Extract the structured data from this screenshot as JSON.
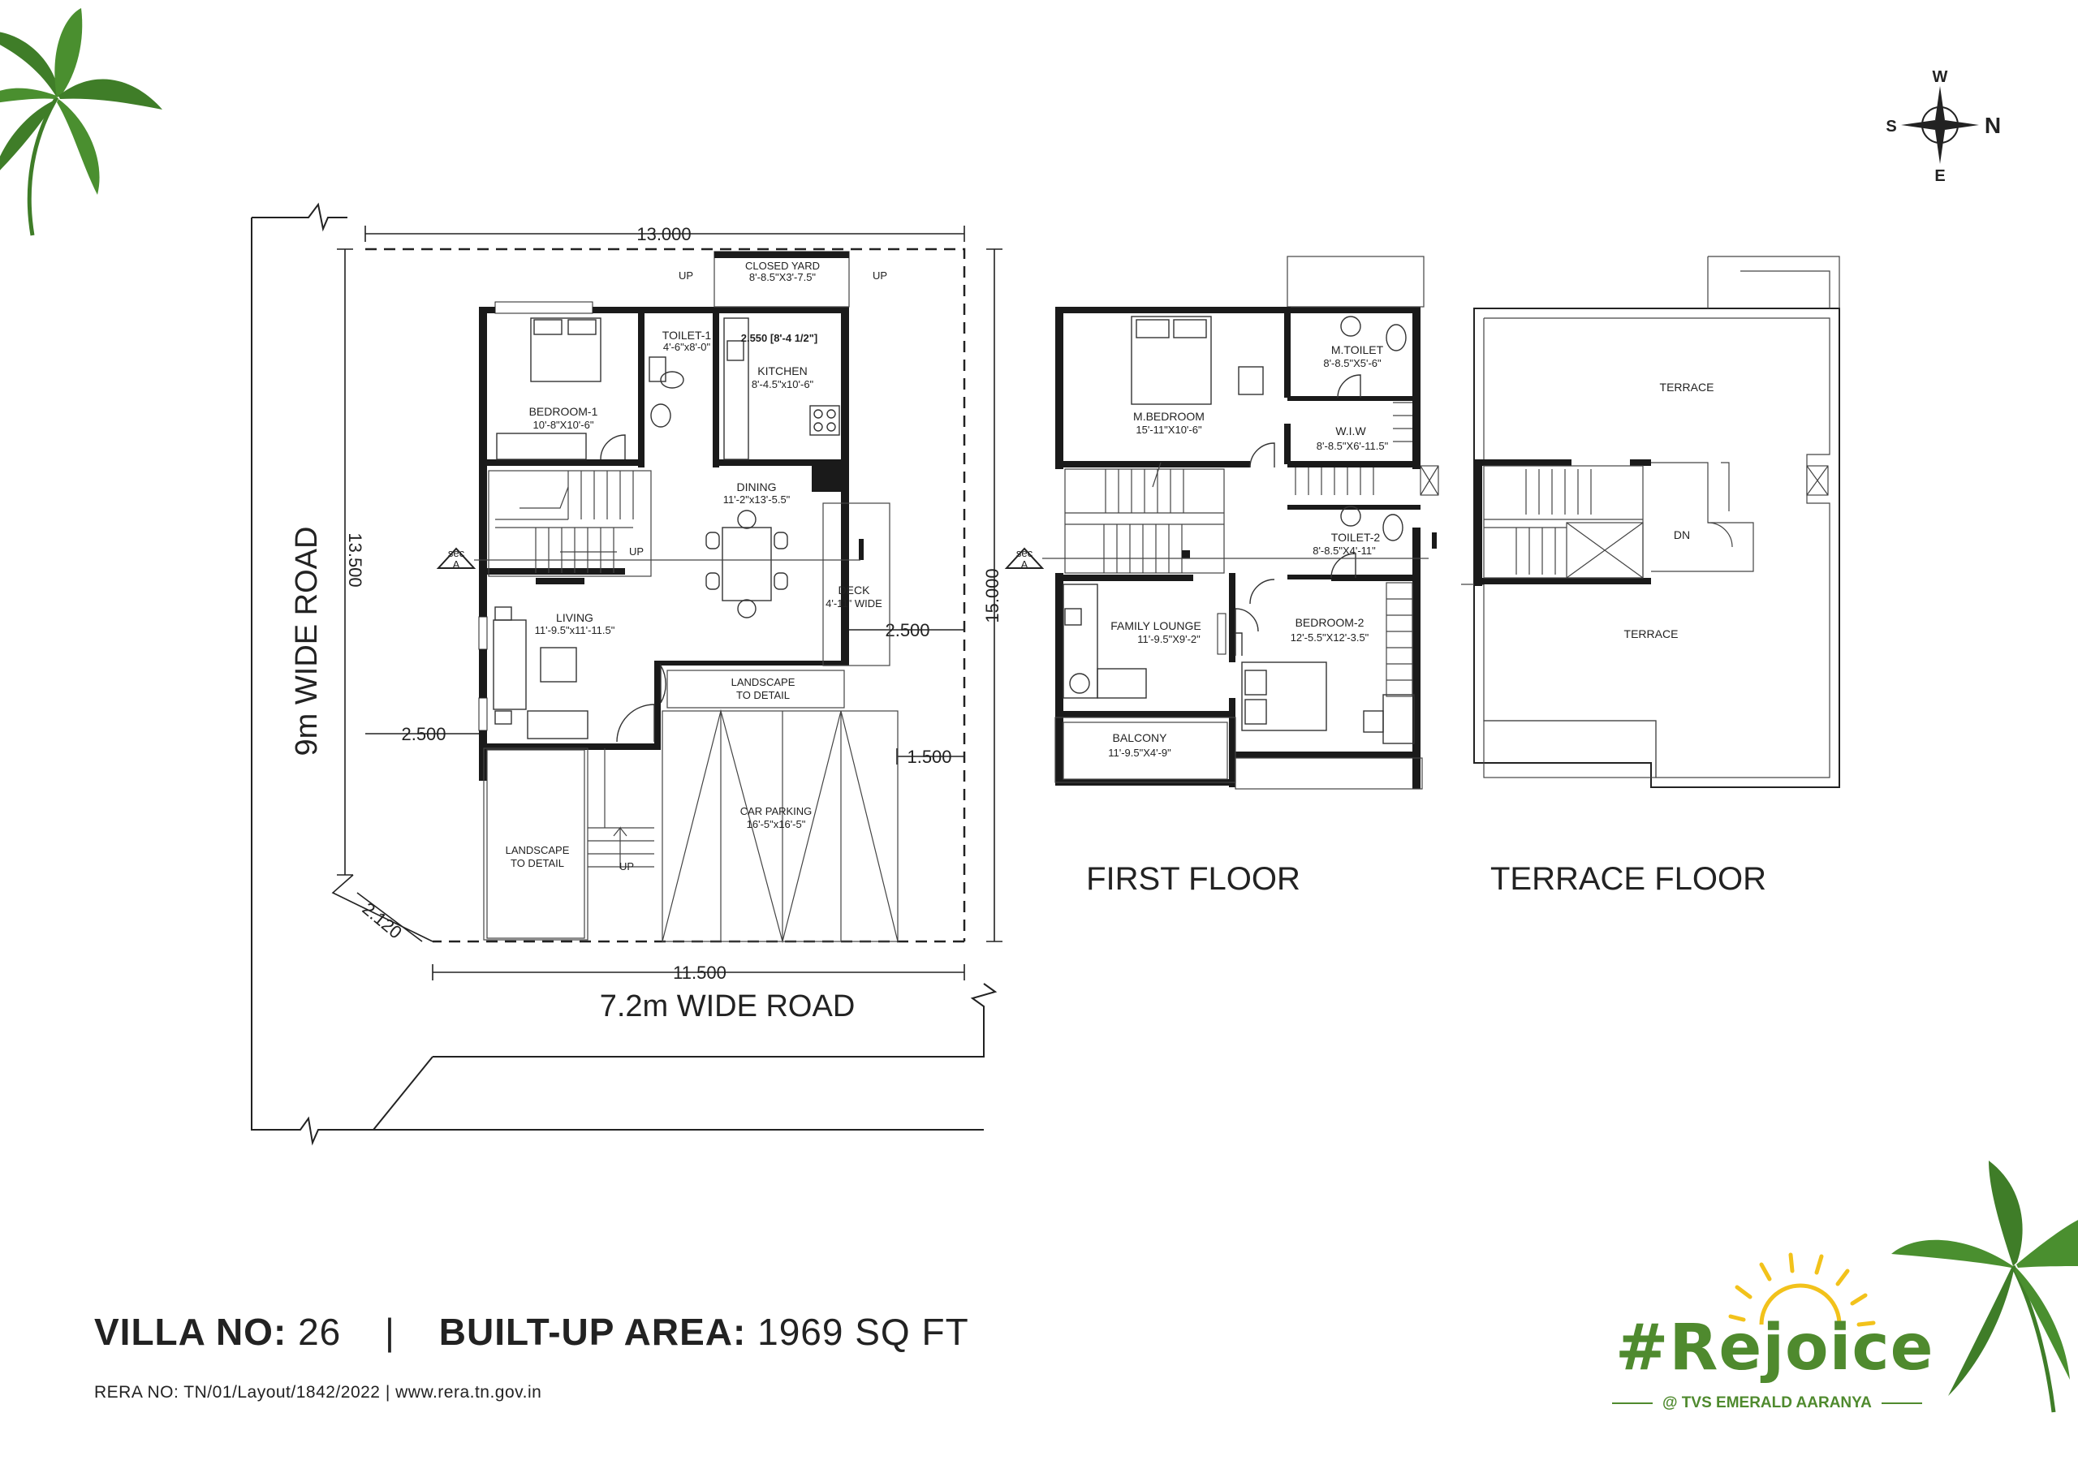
{
  "compass": {
    "n": "N",
    "s": "S",
    "e": "E",
    "w": "W"
  },
  "roads": {
    "west": "9m WIDE ROAD",
    "south": "7.2m WIDE ROAD"
  },
  "dimensions": {
    "top": "13.000",
    "bottom": "11.500",
    "left_height": "13.500",
    "right_height": "15.000",
    "left_setback": "2.500",
    "right_setback": "2.500",
    "right_small": "1.500",
    "corner": "2.120"
  },
  "ground_floor": {
    "closed_yard": {
      "name": "CLOSED YARD",
      "size": "8'-8.5\"X3'-7.5\""
    },
    "toilet_1": {
      "name": "TOILET-1",
      "size": "4'-6\"x8'-0\""
    },
    "counter": "2.550 [8'-4 1/2\"]",
    "kitchen": {
      "name": "KITCHEN",
      "size": "8'-4.5\"x10'-6\""
    },
    "bedroom_1": {
      "name": "BEDROOM-1",
      "size": "10'-8\"X10'-6\""
    },
    "dining": {
      "name": "DINING",
      "size": "11'-2\"x13'-5.5\""
    },
    "deck": {
      "name": "DECK",
      "size": "4'-11\" WIDE"
    },
    "living": {
      "name": "LIVING",
      "size": "11'-9.5\"x11'-11.5\""
    },
    "landscape_1": {
      "l1": "LANDSCAPE",
      "l2": "TO DETAIL"
    },
    "landscape_2": {
      "l1": "LANDSCAPE",
      "l2": "TO DETAIL"
    },
    "car_parking": {
      "name": "CAR PARKING",
      "size": "16'-5\"x16'-5\""
    },
    "up": "UP",
    "sec": {
      "label": "sec",
      "letter": "A"
    }
  },
  "first_floor": {
    "title": "FIRST FLOOR",
    "m_bedroom": {
      "name": "M.BEDROOM",
      "size": "15'-11\"X10'-6\""
    },
    "m_toilet": {
      "name": "M.TOILET",
      "size": "8'-8.5\"X5'-6\""
    },
    "wiw": {
      "name": "W.I.W",
      "size": "8'-8.5\"X6'-11.5\""
    },
    "toilet_2": {
      "name": "TOILET-2",
      "size": "8'-8.5\"X4'-11\""
    },
    "family_lounge": {
      "name": "FAMILY LOUNGE",
      "size": "11'-9.5\"X9'-2\""
    },
    "bedroom_2": {
      "name": "BEDROOM-2",
      "size": "12'-5.5\"X12'-3.5\""
    },
    "balcony": {
      "name": "BALCONY",
      "size": "11'-9.5\"X4'-9\""
    }
  },
  "terrace_floor": {
    "title": "TERRACE FLOOR",
    "terrace_top": "TERRACE",
    "terrace_bottom": "TERRACE",
    "dn": "DN"
  },
  "footer": {
    "villa_label": "VILLA NO:",
    "villa_no": "26",
    "sep": "|",
    "area_label": "BUILT-UP AREA:",
    "area_value": "1969 SQ FT",
    "rera": "RERA NO: TN/01/Layout/1842/2022 | www.rera.tn.gov.in"
  },
  "logo": {
    "main": "#Rejoice",
    "sub": "@ TVS EMERALD AARANYA"
  },
  "colors": {
    "brand_green": "#4f8a2e",
    "sun_yellow": "#f2c21b",
    "palm_green": "#3f7d28",
    "ink": "#222222"
  }
}
